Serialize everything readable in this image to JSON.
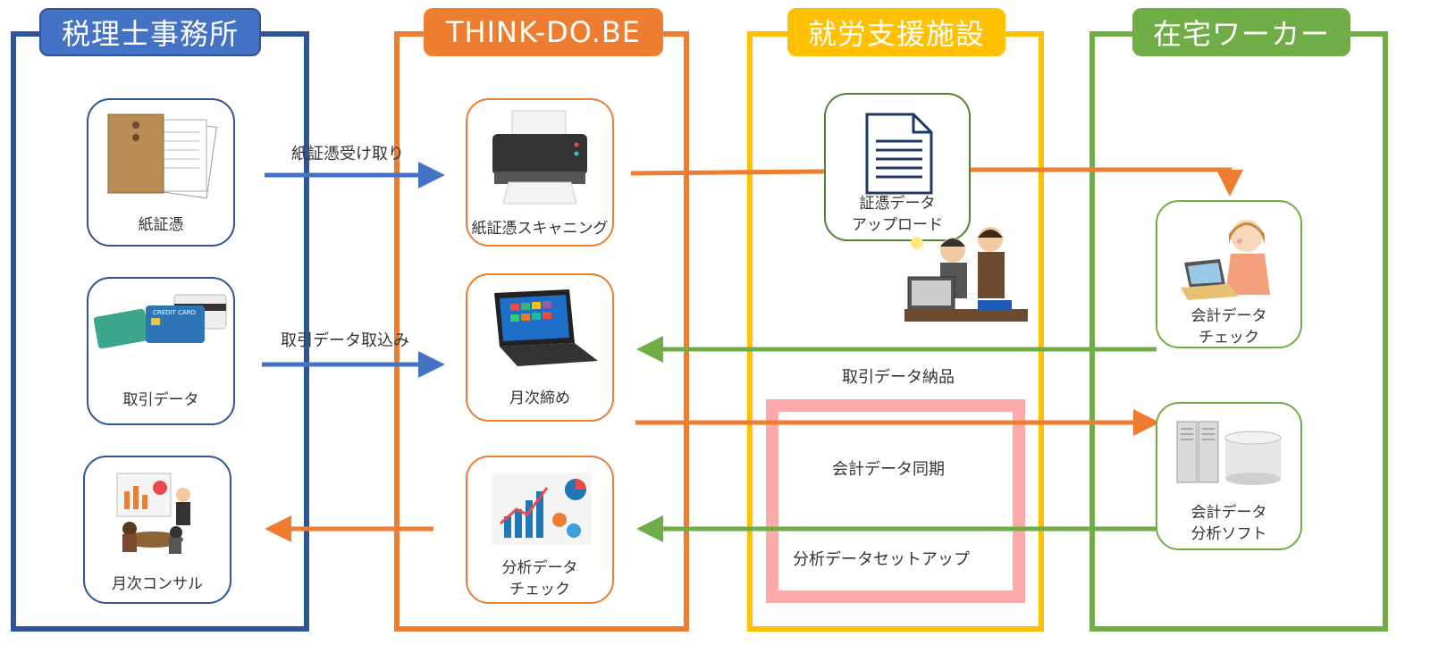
{
  "colors": {
    "tax": "#2F5597",
    "tax_title": "#4472C4",
    "think": "#ED7D31",
    "support": "#FFC000",
    "worker": "#70AD47",
    "arrow_blue": "#4472C4",
    "arrow_orange": "#ED7D31",
    "arrow_green": "#70AD47",
    "highlight": "#FFAAAA"
  },
  "lanes": {
    "tax": {
      "title": "税理士事務所"
    },
    "think": {
      "title": "THINK-DO.BE"
    },
    "support": {
      "title": "就労支援施設"
    },
    "worker": {
      "title": "在宅ワーカー"
    }
  },
  "cards": {
    "paper_voucher": {
      "label": "紙証憑",
      "icon": "envelope-documents-icon"
    },
    "transaction_data": {
      "label": "取引データ",
      "icon": "credit-card-icon"
    },
    "monthly_consult": {
      "label": "月次コンサル",
      "icon": "meeting-icon"
    },
    "scanning": {
      "label": "紙証憑スキャニング",
      "icon": "printer-icon"
    },
    "monthly_close": {
      "label": "月次締め",
      "icon": "tablet-icon"
    },
    "analysis_check": {
      "label": "分析データ\nチェック",
      "icon": "analytics-icon"
    },
    "upload": {
      "label": "証憑データ\nアップロード",
      "icon": "document-icon"
    },
    "accounting_check": {
      "label": "会計データ\nチェック",
      "icon": "laptop-worker-icon"
    },
    "analysis_software": {
      "label": "会計データ\n分析ソフト",
      "icon": "server-database-icon"
    }
  },
  "edges": {
    "receive_paper": "紙証憑受け取り",
    "import_transactions": "取引データ取込み",
    "deliver_transactions": "取引データ納品",
    "sync_accounting": "会計データ同期",
    "setup_analysis": "分析データセットアップ"
  }
}
